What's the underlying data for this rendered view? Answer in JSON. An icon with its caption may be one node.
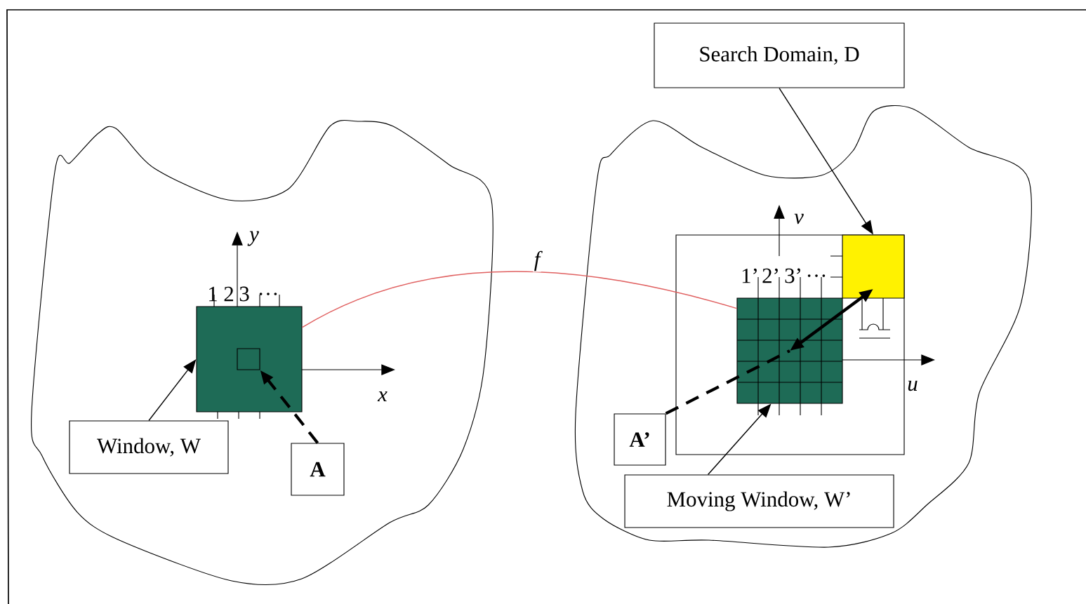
{
  "diagram": {
    "nodes": [
      {
        "text": [],
        "shape": "box"
      },
      {
        "text": [],
        "shape": "box",
        "in": 0
      },
      {
        "text": [
          "Window, W"
        ]
      },
      {
        "text": [
          "A"
        ]
      },
      {
        "text": [],
        "shape": "box"
      },
      {
        "text": [],
        "shape": "box"
      },
      {
        "text": [
          "Search Domain, D"
        ]
      },
      {
        "text": [
          "A’"
        ]
      },
      {
        "text": [
          "Moving Window, W’"
        ]
      }
    ],
    "edges": [
      {
        "from": 2,
        "to": 0,
        "arrow": "to"
      },
      {
        "from": 3,
        "to": 1,
        "arrow": "to",
        "style": "dashed"
      },
      {
        "from": 0,
        "to": 4,
        "arrow": "none",
        "label": "f",
        "color": "#e06060"
      },
      {
        "from": 6,
        "to": 5,
        "arrow": "to"
      },
      {
        "from": 7,
        "to": 4,
        "arrow": "none",
        "style": "dashed"
      },
      {
        "from": 4,
        "to": 5,
        "arrow": "both",
        "style": "thick"
      },
      {
        "from": 8,
        "to": 4,
        "arrow": "to"
      }
    ],
    "labels": [
      "y",
      "1",
      "2",
      "3",
      "…",
      "x",
      "v",
      "1’",
      "2’",
      "3’",
      "…",
      "u"
    ]
  }
}
